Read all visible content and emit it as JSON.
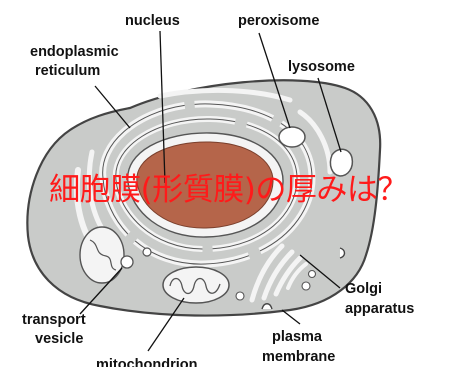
{
  "labels": {
    "nucleus": "nucleus",
    "peroxisome": "peroxisome",
    "endoplasmic_line1": "endoplasmic",
    "endoplasmic_line2": "reticulum",
    "lysosome": "lysosome",
    "golgi_line1": "Golgi",
    "golgi_line2": "apparatus",
    "transport_line1": "transport",
    "transport_line2": "vesicle",
    "plasma_line1": "plasma",
    "plasma_line2": "membrane",
    "mitochondrion": "mitochondrion"
  },
  "question": "細胞膜(形質膜)の厚みは？",
  "colors": {
    "cytoplasm": "#c9cbc9",
    "membrane": "#444444",
    "organelle_fill": "#f4f4f4",
    "nucleus": "#b5654a",
    "question_text": "#ff1a1a",
    "leader_line": "#111111"
  }
}
